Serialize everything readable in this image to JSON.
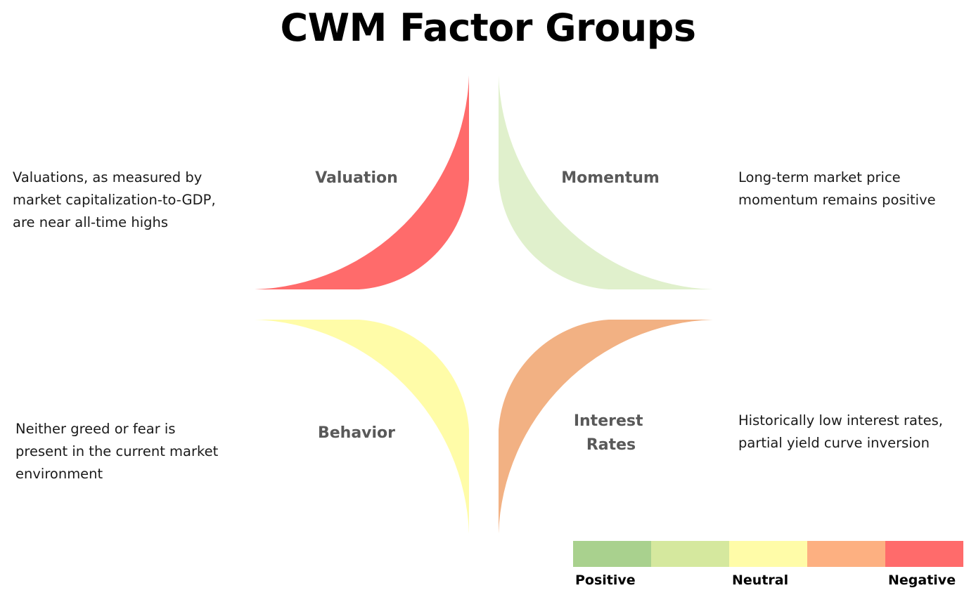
{
  "title": "CWM Factor Groups",
  "segments": [
    {
      "id": "valuation",
      "label_lines": [
        "Valuation"
      ],
      "color": "#FF6B6B",
      "status": "Negative"
    },
    {
      "id": "momentum",
      "label_lines": [
        "Momentum"
      ],
      "color": "#E0F0CC",
      "status": "Positive"
    },
    {
      "id": "behavior",
      "label_lines": [
        "Behavior"
      ],
      "color": "#FFFCA8",
      "status": "Neutral"
    },
    {
      "id": "interest_rates",
      "label_lines": [
        "Interest",
        "Rates"
      ],
      "color": "#F2B183",
      "status": "Negative"
    }
  ],
  "descriptions": {
    "valuation": [
      "Valuations, as measured by",
      "market capitalization-to-GDP,",
      "are near all-time highs"
    ],
    "momentum": [
      "Long-term market price",
      "momentum remains positive"
    ],
    "behavior": [
      "Neither greed or fear is",
      "present in the current market",
      "environment"
    ],
    "interest_rates": [
      "Historically low interest rates,",
      "partial yield curve inversion"
    ]
  },
  "legend": {
    "colors": [
      "#A9D18E",
      "#D5E89E",
      "#FFFCA8",
      "#FDB081",
      "#FF6B6B"
    ],
    "positive_label": "Positive",
    "neutral_label": "Neutral",
    "negative_label": "Negative"
  }
}
